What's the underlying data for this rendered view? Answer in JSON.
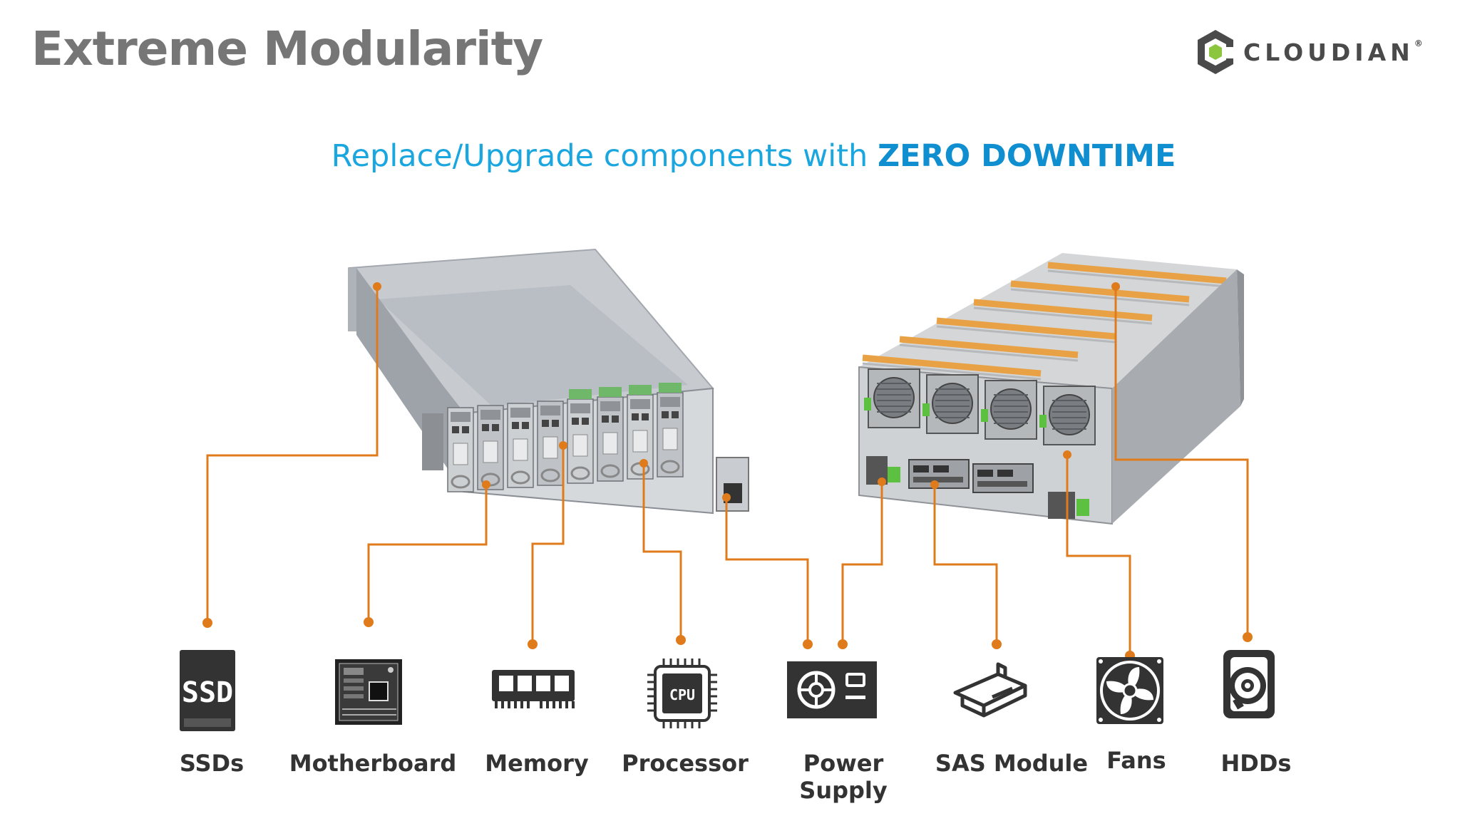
{
  "title": "Extreme Modularity",
  "logo": {
    "name": "CLOUDIAN",
    "mark": "®"
  },
  "subtitle": {
    "prefix": "Replace/Upgrade components with ",
    "emphasis": "ZERO DOWNTIME"
  },
  "components": [
    {
      "label": "SSDs",
      "icon": "ssd-icon",
      "icon_text": "SSD"
    },
    {
      "label": "Motherboard",
      "icon": "motherboard-icon"
    },
    {
      "label": "Memory",
      "icon": "memory-icon"
    },
    {
      "label": "Processor",
      "icon": "cpu-icon",
      "icon_text": "CPU"
    },
    {
      "label": "Power Supply",
      "icon": "power-supply-icon"
    },
    {
      "label": "SAS Module",
      "icon": "sas-module-icon"
    },
    {
      "label": "Fans",
      "icon": "fan-icon"
    },
    {
      "label": "HDDs",
      "icon": "hdd-icon"
    }
  ],
  "colors": {
    "title": "#767676",
    "subtitle": "#1aa6df",
    "connector": "#e07b1c",
    "icon": "#333333",
    "label": "#333333",
    "logo_green": "#8cc63f"
  }
}
